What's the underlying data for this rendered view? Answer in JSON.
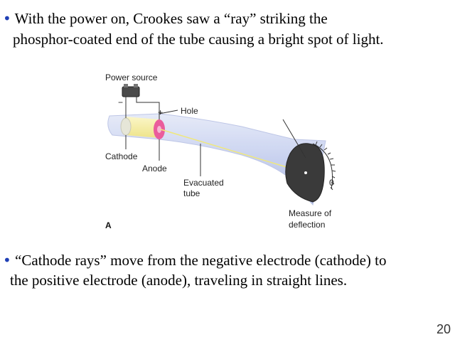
{
  "bullets": [
    {
      "line1": "With the power on, Crookes saw a “ray” striking the",
      "line2": "phosphor-coated end of the tube causing a bright spot of light."
    },
    {
      "line1": "“Cathode rays” move from the negative electrode (cathode) to",
      "line2": "the positive electrode (anode), traveling in straight lines."
    }
  ],
  "bullet_symbol": "•",
  "figure": {
    "labels": {
      "power_source": "Power source",
      "minus": "−",
      "plus": "+",
      "hole": "Hole",
      "cathode": "Cathode",
      "anode": "Anode",
      "evacuated_line1": "Evacuated",
      "evacuated_line2": "tube",
      "measure_line1": "Measure of",
      "measure_line2": "deflection",
      "scale_zero": "0",
      "panel": "A"
    }
  },
  "slide_number": "20",
  "colors": {
    "bullet": "#1f3fb5",
    "tube": "#c9d2ee",
    "cathode_glow": "#f6f0a0",
    "anode": "#e8579a",
    "screen": "#3c3c3c"
  }
}
